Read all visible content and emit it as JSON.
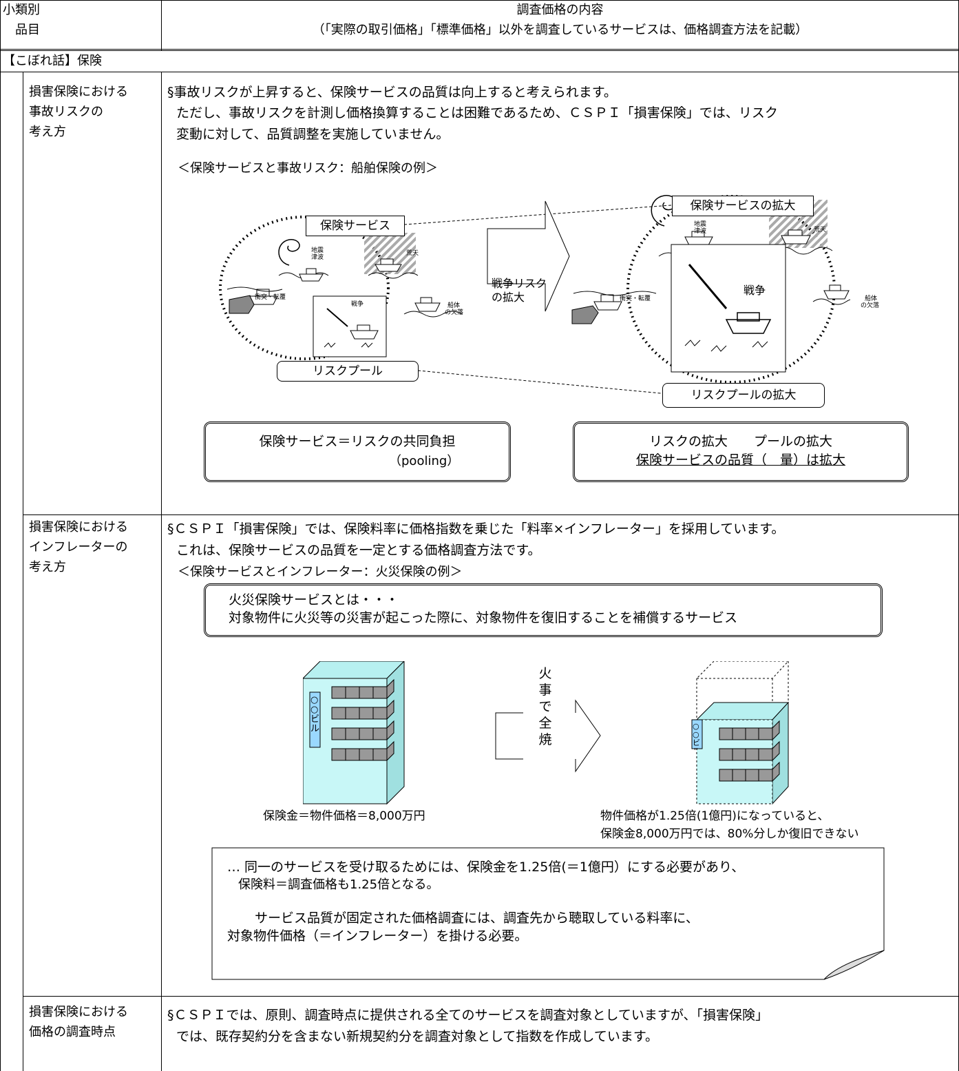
{
  "header": {
    "col1_line1": "小類別",
    "col1_line2": "品目",
    "col2_line1": "調査価格の内容",
    "col2_line2": "（「実際の取引価格」「標準価格」以外を調査しているサービスは、価格調査方法を記載）"
  },
  "section_title": "【こぼれ話】保険",
  "rows": [
    {
      "label": [
        "損害保険における",
        "事故リスクの",
        "考え方"
      ],
      "text": [
        "§事故リスクが上昇すると、保険サービスの品質は向上すると考えられます。",
        "ただし、事故リスクを計測し価格換算することは困難であるため、ＣＳＰＩ「損害保険」では、リスク",
        "変動に対して、品質調整を実施していません。"
      ],
      "figure": {
        "caption": "＜保険サービスと事故リスク：船舶保険の例＞",
        "label_service": "保険サービス",
        "label_service_expand": "保険サービスの拡大",
        "label_pool": "リスクプール",
        "label_pool_expand": "リスクプールの拡大",
        "arrow_text": [
          "戦争リスク",
          "の拡大"
        ],
        "small_labels": {
          "quake": [
            "地震",
            "津波"
          ],
          "storm": "荒天",
          "collision": "衝突・転覆",
          "war": "戦争",
          "hull": [
            "船体",
            "の欠落"
          ]
        },
        "box_left": [
          "保険サービス＝リスクの共同負担",
          "（pooling）"
        ],
        "box_right": [
          "リスクの拡大　　プールの拡大",
          "保険サービスの品質（　量）は拡大"
        ]
      }
    },
    {
      "label": [
        "損害保険における",
        "インフレーターの",
        "考え方"
      ],
      "text": [
        "§ＣＳＰＩ「損害保険」では、保険料率に価格指数を乗じた「料率×インフレーター」を採用しています。",
        "これは、保険サービスの品質を一定とする価格調査方法です。"
      ],
      "figure": {
        "caption": "＜保険サービスとインフレーター：火災保険の例＞",
        "box": [
          "火災保険サービスとは・・・",
          "対象物件に火災等の災害が起こった際に、対象物件を復旧することを補償するサービス"
        ],
        "sign_text": "○○ビル",
        "arrow_text": "火事で全焼",
        "left_caption": "保険金＝物件価格＝8,000万円",
        "right_caption": [
          "物件価格が1.25倍(1億円)になっていると、",
          "保険金8,000万円では、80%分しか復旧できない"
        ],
        "note": [
          "… 同一のサービスを受け取るためには、保険金を1.25倍(＝1億円）にする必要があり、",
          "保険料＝調査価格も1.25倍となる。",
          "サービス品質が固定された価格調査には、調査先から聴取している料率に、",
          "対象物件価格（＝インフレーター）を掛ける必要。"
        ]
      }
    },
    {
      "label": [
        "損害保険における",
        "価格の調査時点"
      ],
      "text": [
        "§ＣＳＰＩでは、原則、調査時点に提供される全てのサービスを調査対象としていますが、「損害保険」",
        "では、既存契約分を含まない新規契約分を調査対象として指数を作成しています。"
      ]
    }
  ]
}
